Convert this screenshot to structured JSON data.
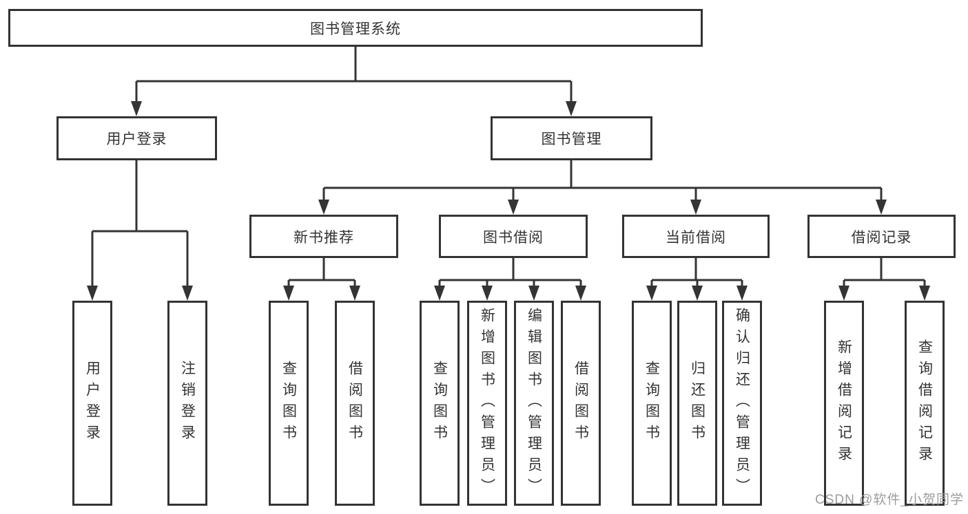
{
  "tree": {
    "root": {
      "label": "图书管理系统"
    },
    "branches": [
      {
        "label": "用户登录",
        "children": [
          "用户登录",
          "注销登录"
        ]
      },
      {
        "label": "图书管理",
        "groups": [
          {
            "label": "新书推荐",
            "children": [
              "查询图书",
              "借阅图书"
            ]
          },
          {
            "label": "图书借阅",
            "children": [
              "查询图书",
              "新增图书（管理员）",
              "编辑图书（管理员）",
              "借阅图书"
            ]
          },
          {
            "label": "当前借阅",
            "children": [
              "查询图书",
              "归还图书",
              "确认归还（管理员）"
            ]
          },
          {
            "label": "借阅记录",
            "children": [
              "新增借阅记录",
              "查询借阅记录"
            ]
          }
        ]
      }
    ]
  },
  "watermark": "CSDN @软件_小贺同学",
  "colors": {
    "line": "#343434",
    "text": "#333333",
    "background": "#ffffff",
    "watermark": "#9c9c9c"
  }
}
